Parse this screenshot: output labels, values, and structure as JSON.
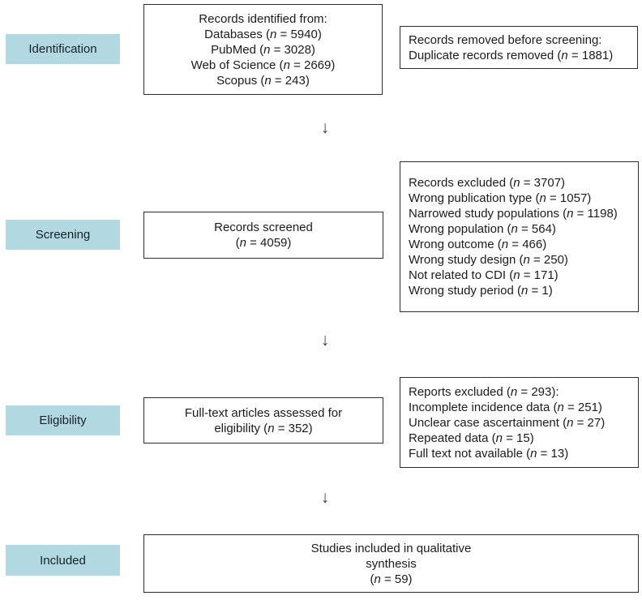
{
  "diagram": {
    "type": "prisma-flow",
    "arrow_char": "↓"
  },
  "colors": {
    "stage_fill": "#b2d8e2",
    "box_border": "#2d2d2d",
    "text": "#1b1b1b",
    "arrow": "#3c3c3c"
  },
  "stages": [
    {
      "label": "Identification"
    },
    {
      "label": "Screening"
    },
    {
      "label": "Eligibility"
    },
    {
      "label": "Included"
    }
  ],
  "boxes": {
    "identified": {
      "align": "center",
      "lines": [
        "Records identified from:",
        "Databases (n = 5940)",
        "PubMed (n = 3028)",
        "Web of Science (n = 2669)",
        "Scopus (n = 243)"
      ]
    },
    "removed": {
      "align": "left",
      "lines": [
        "Records removed before screening:",
        "Duplicate records removed (n = 1881)"
      ]
    },
    "screened": {
      "align": "center",
      "lines": [
        "Records screened",
        "(n = 4059)"
      ]
    },
    "screen_excluded": {
      "align": "left",
      "lines": [
        "Records excluded (n = 3707)",
        "Wrong publication type (n = 1057)",
        "Narrowed study populations (n = 1198)",
        "Wrong population (n = 564)",
        "Wrong outcome (n = 466)",
        "Wrong study design (n = 250)",
        "Not related to CDI (n = 171)",
        "Wrong study period (n = 1)"
      ]
    },
    "fulltext": {
      "align": "center",
      "lines": [
        "Full-text articles assessed for",
        "eligibility (n = 352)"
      ]
    },
    "reports_excluded": {
      "align": "left",
      "lines": [
        "Reports excluded (n = 293):",
        "Incomplete incidence data (n = 251)",
        "Unclear case ascertainment (n = 27)",
        "Repeated data (n = 15)",
        "Full text not available (n = 13)"
      ]
    },
    "included": {
      "align": "center",
      "lines": [
        "Studies included in qualitative",
        "synthesis",
        "(n = 59)"
      ]
    }
  }
}
